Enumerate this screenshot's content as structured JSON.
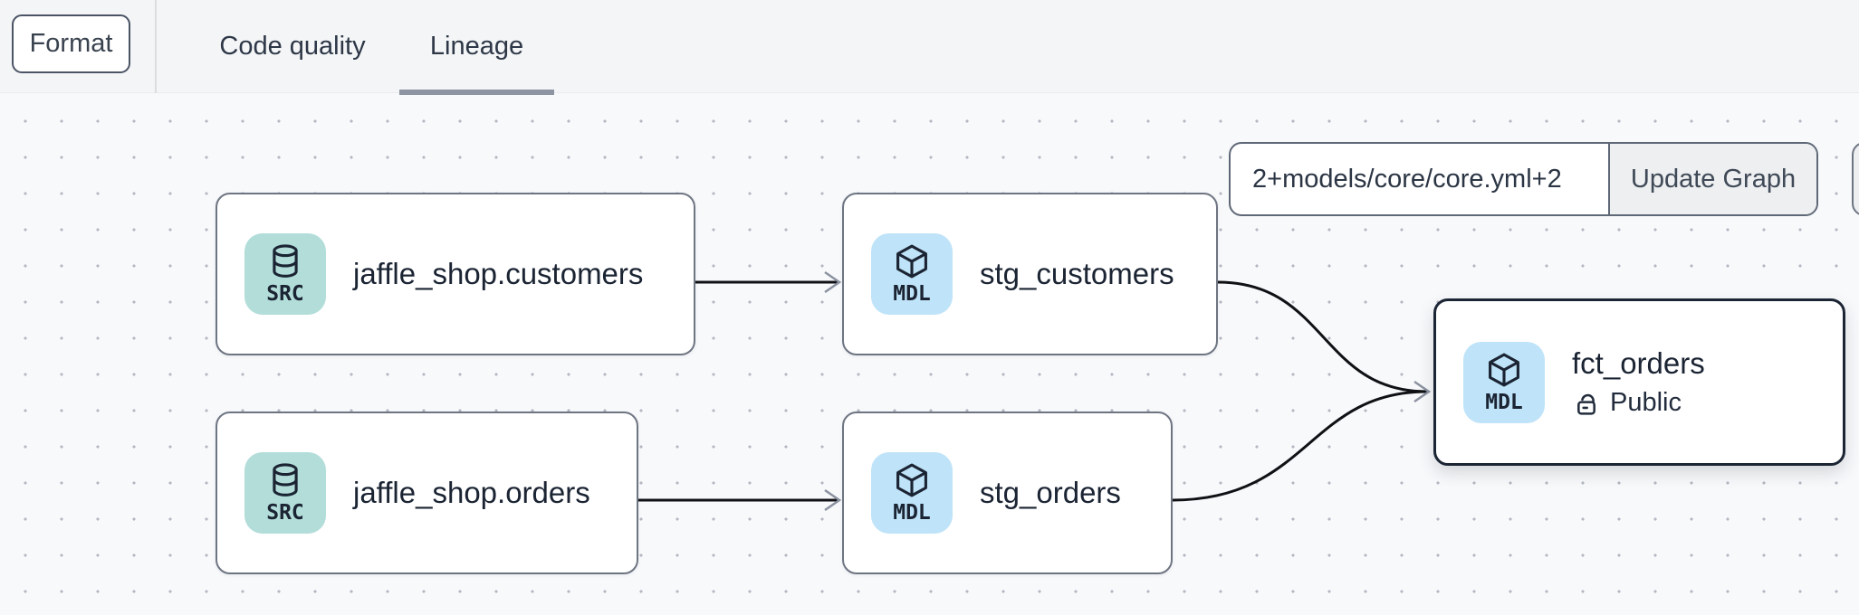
{
  "toolbar": {
    "format_label": "Format",
    "tabs": [
      {
        "label": "Code quality",
        "active": false
      },
      {
        "label": "Lineage",
        "active": true
      }
    ]
  },
  "graph_controls": {
    "selector_value": "2+models/core/core.yml+2",
    "update_button_label": "Update Graph"
  },
  "nodes": [
    {
      "id": "jaffle_shop.customers",
      "label": "jaffle_shop.customers",
      "badge": "SRC",
      "badge_icon": "database-icon",
      "type": "source"
    },
    {
      "id": "stg_customers",
      "label": "stg_customers",
      "badge": "MDL",
      "badge_icon": "cube-icon",
      "type": "model"
    },
    {
      "id": "jaffle_shop.orders",
      "label": "jaffle_shop.orders",
      "badge": "SRC",
      "badge_icon": "database-icon",
      "type": "source"
    },
    {
      "id": "stg_orders",
      "label": "stg_orders",
      "badge": "MDL",
      "badge_icon": "cube-icon",
      "type": "model"
    },
    {
      "id": "fct_orders",
      "label": "fct_orders",
      "badge": "MDL",
      "badge_icon": "cube-icon",
      "type": "model",
      "access": "Public",
      "access_icon": "lock-open-icon",
      "selected": true
    }
  ],
  "edges": [
    {
      "from": "jaffle_shop.customers",
      "to": "stg_customers"
    },
    {
      "from": "jaffle_shop.orders",
      "to": "stg_orders"
    },
    {
      "from": "stg_customers",
      "to": "fct_orders"
    },
    {
      "from": "stg_orders",
      "to": "fct_orders"
    }
  ],
  "colors": {
    "source_badge": "#b2ddd9",
    "model_badge": "#bfe3f8",
    "selected_node_border": "#1b2534",
    "node_border": "#6e7582",
    "edge": "#101114",
    "arrowhead": "#8b92a0",
    "tab_underline": "#8e95a2",
    "topbar_bg": "#f4f5f6",
    "canvas_bg": "#f8f9fb"
  }
}
